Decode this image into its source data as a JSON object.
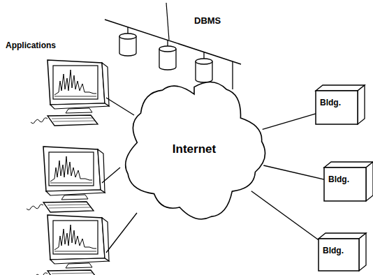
{
  "diagram": {
    "nodes": [
      {
        "text": [
          "Internet"
        ]
      },
      {
        "text": [
          "Bldg."
        ]
      },
      {
        "text": [
          "Bldg."
        ]
      },
      {
        "text": [
          "Bldg."
        ]
      }
    ],
    "edges": [
      {
        "from": 0,
        "to": 1,
        "arrow": "none"
      },
      {
        "from": 0,
        "to": 2,
        "arrow": "none"
      },
      {
        "from": 0,
        "to": 3,
        "arrow": "none"
      }
    ],
    "labels": [
      "DBMS",
      "Applications"
    ]
  }
}
